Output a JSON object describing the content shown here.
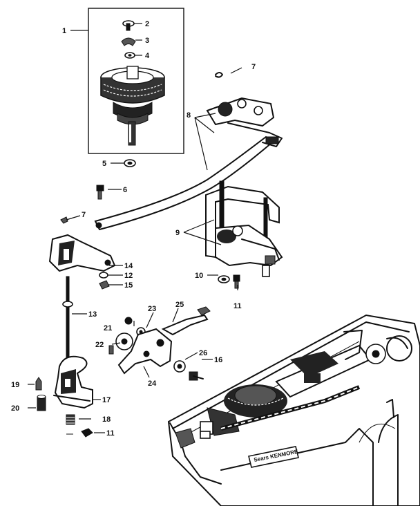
{
  "diagram": {
    "callouts": {
      "c1": "1",
      "c2": "2",
      "c3": "3",
      "c4": "4",
      "c5": "5",
      "c6": "6",
      "c7a": "7",
      "c7b": "7",
      "c8": "8",
      "c9": "9",
      "c10": "10",
      "c11a": "11",
      "c11b": "11",
      "c12": "12",
      "c13": "13",
      "c14": "14",
      "c15": "15",
      "c16": "16",
      "c17": "17",
      "c18": "18",
      "c19": "19",
      "c20": "20",
      "c21": "21",
      "c22": "22",
      "c23": "23",
      "c24": "24",
      "c25": "25",
      "c26": "26"
    },
    "machine_tag": "Sears KENMORE"
  }
}
